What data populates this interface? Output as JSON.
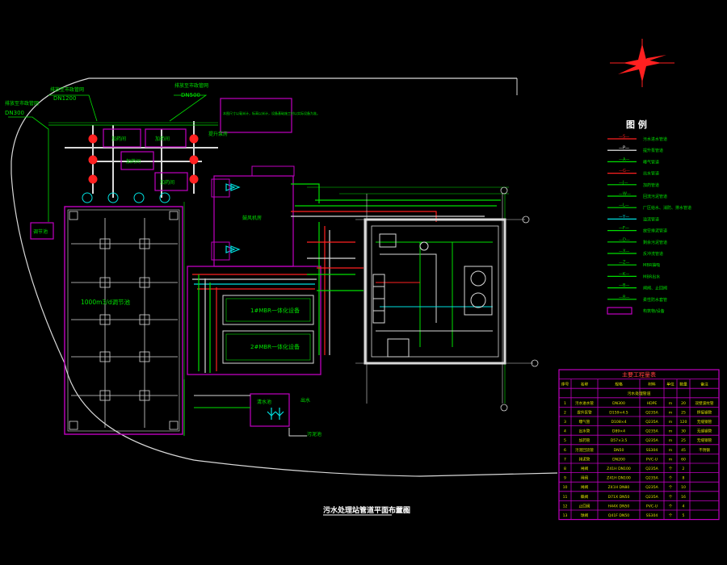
{
  "drawing": {
    "title": "污水处理站管道平面布置图",
    "title_scale": "1:100",
    "colors": {
      "background": "#000000",
      "boundary": "#d9d9d9",
      "structure": "#c000c0",
      "pipe_green": "#00e000",
      "pipe_red": "#ff2020",
      "pipe_white": "#ffffff",
      "pipe_yellow": "#e0e000",
      "pipe_cyan": "#00e0e0",
      "table": "#c000c0",
      "table_text": "#e0e000",
      "table_header_text": "#ff4040"
    }
  },
  "callouts": {
    "inlet_1": "排放至市政管网",
    "inlet_1_dn": "DN300",
    "inlet_2": "排放至市政管网",
    "inlet_2_dn": "DN1200",
    "inlet_3": "排放至市政管网",
    "inlet_3_dn": "DN500",
    "note_box": "本图尺寸以毫米计，标高以米计，设备基础施工时以实际设备为准。",
    "pump_house": "提升泵房",
    "room_a": "加药间",
    "room_b": "加药间",
    "room_c": "加药间",
    "room_d": "加药间",
    "top_right_label": "鼓风机房",
    "tank_left_label": "调节池",
    "tank_label": "1000m3/d调节池",
    "equip_1": "1#MBR一体化设备",
    "equip_2": "2#MBR一体化设备",
    "clear_water": "清水池",
    "sludge": "污泥池",
    "outlet": "出水"
  },
  "legend": {
    "title": "图 例",
    "items": [
      {
        "symbol": "—S—",
        "label": "污水进水管道",
        "color": "#ff2020"
      },
      {
        "symbol": "—P—",
        "label": "提升泵管道",
        "color": "#ffffff"
      },
      {
        "symbol": "—A—",
        "label": "曝气管道",
        "color": "#00e000"
      },
      {
        "symbol": "—G—",
        "label": "出水管道",
        "color": "#ff2020"
      },
      {
        "symbol": "—J—",
        "label": "加药管道",
        "color": "#00e000"
      },
      {
        "symbol": "—W—",
        "label": "回流污泥管道",
        "color": "#00e000"
      },
      {
        "symbol": "—L—",
        "label": "厂区给水、消防、排水管道",
        "color": "#00e000"
      },
      {
        "symbol": "—Y—",
        "label": "溢流管道",
        "color": "#00e0e0"
      },
      {
        "symbol": "—F—",
        "label": "放空排泥管道",
        "color": "#00e000"
      },
      {
        "symbol": "—D—",
        "label": "剩余污泥管道",
        "color": "#00e000"
      },
      {
        "symbol": "—X—",
        "label": "反冲洗管道",
        "color": "#00e000"
      },
      {
        "symbol": "—Z—",
        "label": "MBR抽吸",
        "color": "#00e000"
      },
      {
        "symbol": "—K—",
        "label": "MBR出水",
        "color": "#00e000"
      },
      {
        "symbol": "—B—",
        "label": "闸阀、止回阀",
        "color": "#00e000"
      },
      {
        "symbol": "—R—",
        "label": "柔性防水套管",
        "color": "#00e000"
      },
      {
        "symbol": "▭",
        "label": "构筑物/设备",
        "color": "#c000c0"
      }
    ]
  },
  "table": {
    "title": "主要工程量表",
    "headers": [
      "序号",
      "名称",
      "规格",
      "材料",
      "单位",
      "数量",
      "备注"
    ],
    "section_row": "污水处理管道",
    "rows": [
      [
        "1",
        "污水进水管",
        "DN300",
        "HDPE",
        "m",
        "20",
        "双壁波纹管"
      ],
      [
        "2",
        "提升泵管",
        "D159×4.5",
        "Q235A",
        "m",
        "25",
        "焊接钢管"
      ],
      [
        "3",
        "曝气管",
        "D108×4",
        "Q235A",
        "m",
        "120",
        "无缝钢管"
      ],
      [
        "4",
        "出水管",
        "D89×4",
        "Q235A",
        "m",
        "30",
        "无缝钢管"
      ],
      [
        "5",
        "加药管",
        "D57×3.5",
        "Q235A",
        "m",
        "25",
        "无缝钢管"
      ],
      [
        "6",
        "污泥回流管",
        "DN50",
        "SS304",
        "m",
        "45",
        "不锈钢"
      ],
      [
        "7",
        "排泥管",
        "DN200",
        "PVC-U",
        "m",
        "60",
        ""
      ],
      [
        "8",
        "闸阀",
        "Z41H DN100",
        "Q235A",
        "个",
        "2",
        ""
      ],
      [
        "9",
        "闸阀",
        "Z41H DN100",
        "Q235A",
        "个",
        "8",
        ""
      ],
      [
        "10",
        "闸阀",
        "Z41H DN80",
        "Q235A",
        "个",
        "10",
        ""
      ],
      [
        "11",
        "蝶阀",
        "D71X DN50",
        "Q235A",
        "个",
        "16",
        ""
      ],
      [
        "12",
        "止回阀",
        "H44X DN50",
        "PVC-U",
        "个",
        "4",
        ""
      ],
      [
        "13",
        "球阀",
        "Q41F DN50",
        "SS304",
        "个",
        "5",
        ""
      ]
    ]
  }
}
